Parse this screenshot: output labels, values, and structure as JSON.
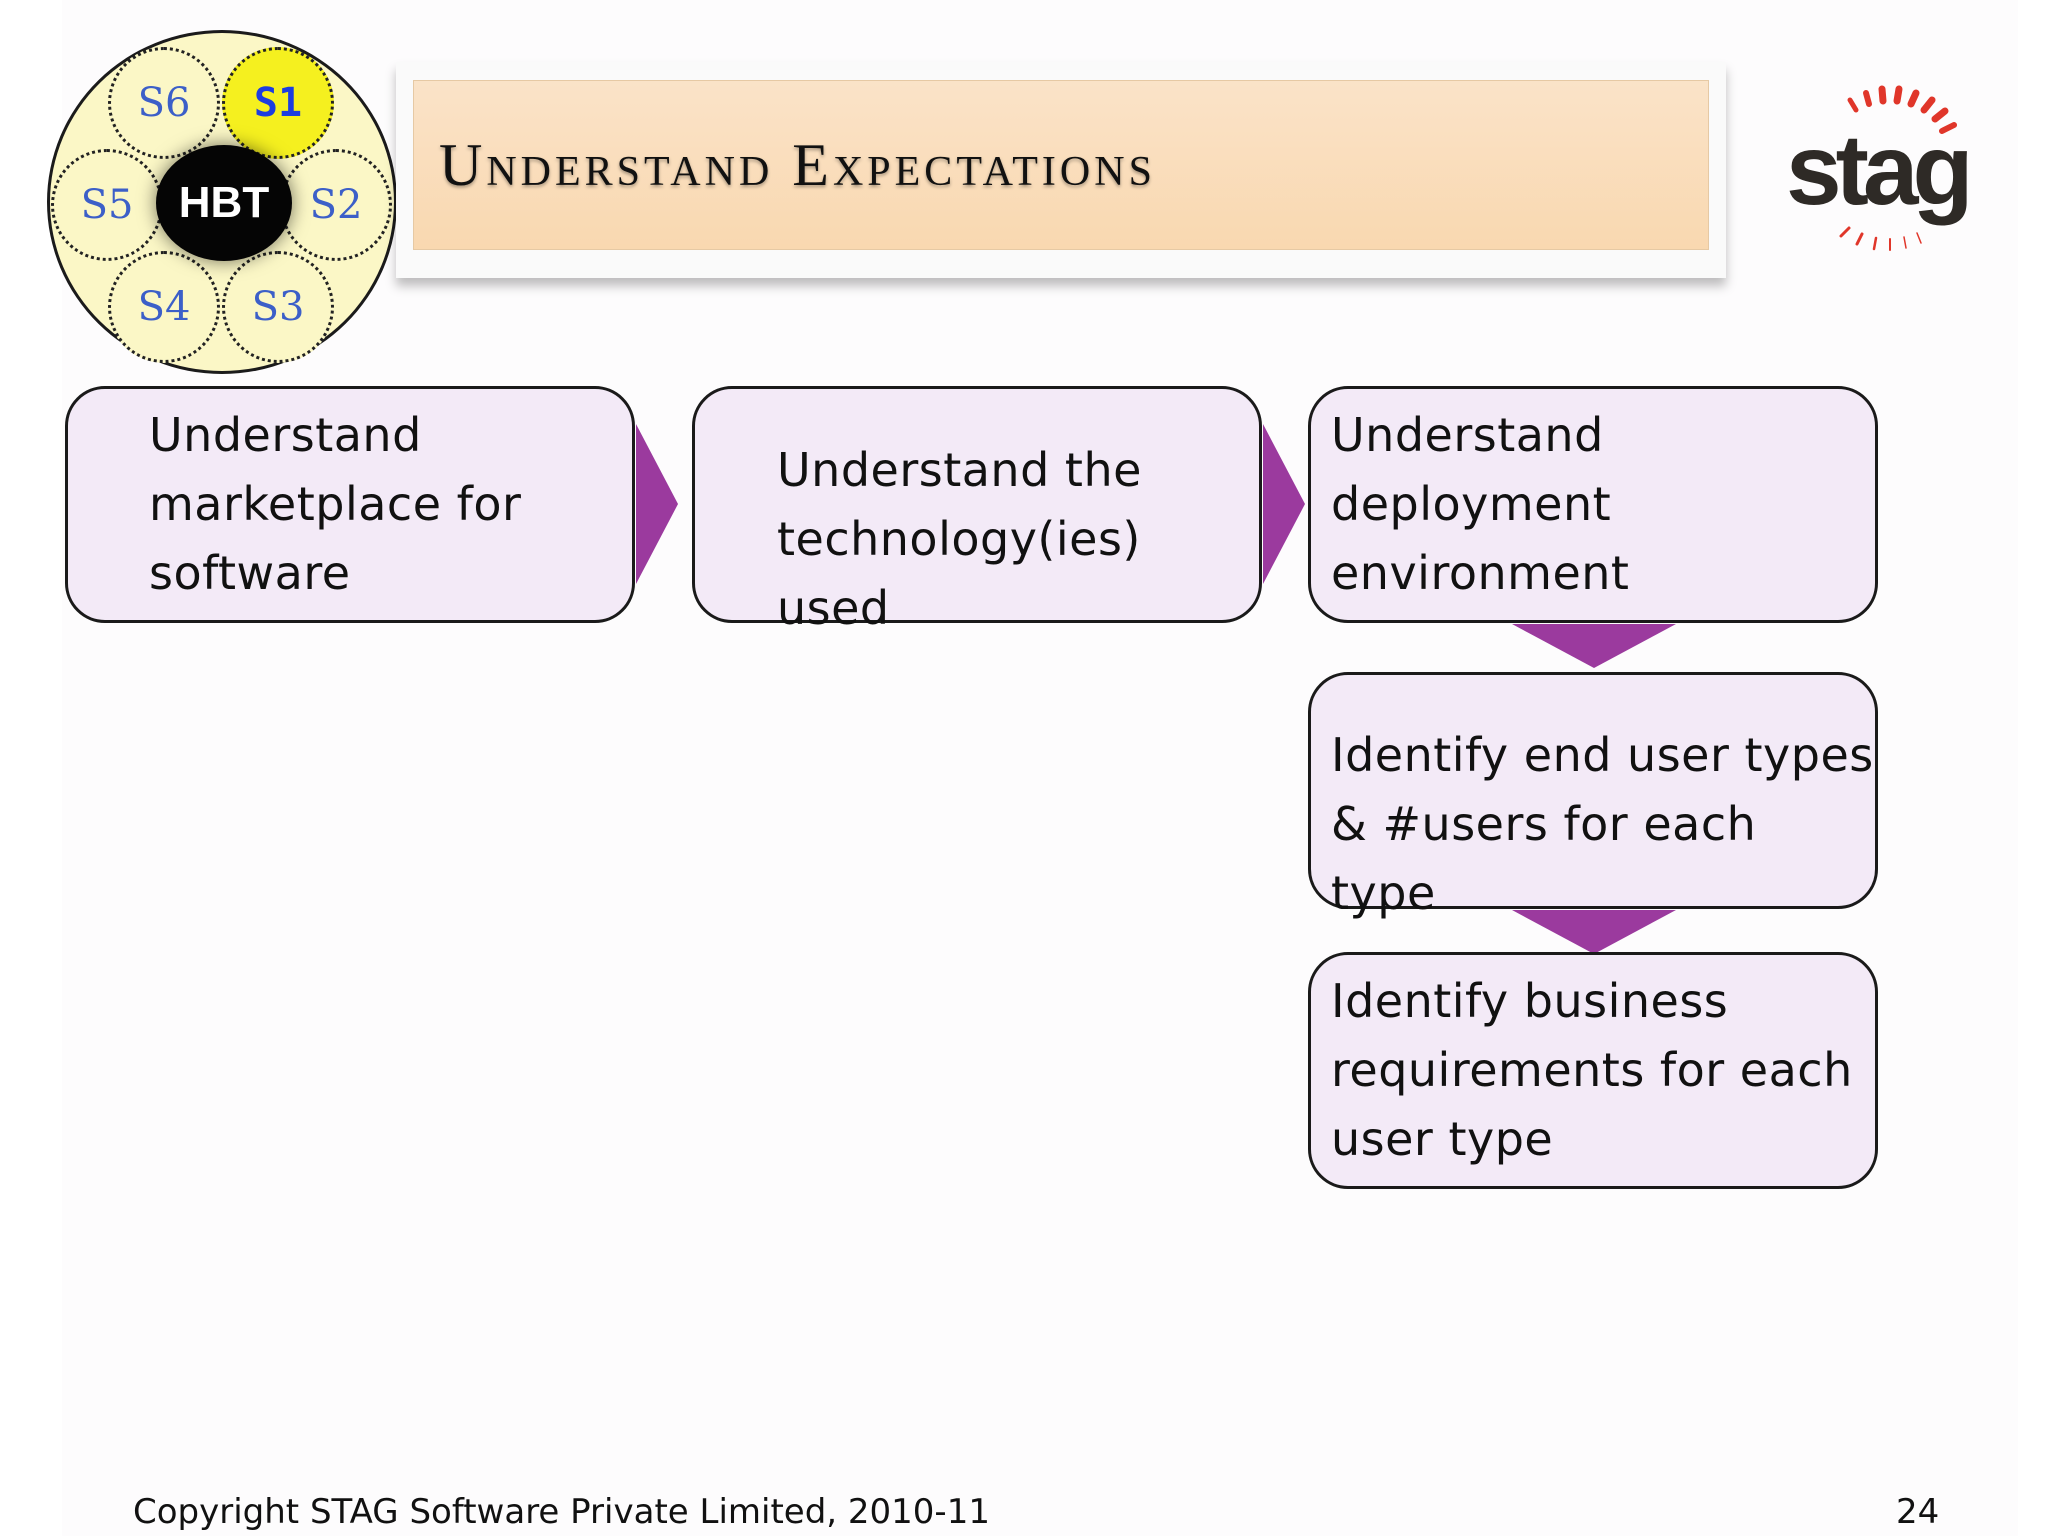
{
  "wheel": {
    "center": "HBT",
    "segments": [
      "S1",
      "S2",
      "S3",
      "S4",
      "S5",
      "S6"
    ],
    "active_segment": "S1"
  },
  "title": "Understand Expectations",
  "logo": {
    "text": "stag"
  },
  "flow": {
    "box1": "Understand\nmarketplace for\nsoftware",
    "box2": "Understand the\ntechnology(ies) used",
    "box3": "Understand\ndeployment\nenvironment",
    "box4": "Identify end user types\n& #users for each type",
    "box5": "Identify business\nrequirements for each\nuser type"
  },
  "colors": {
    "arrow": "#9b3a9e",
    "box_fill": "#f3eaf7",
    "banner": "#f9d8b0",
    "wheel_fill": "#fbf7c6",
    "wheel_active": "#f5f01f"
  },
  "footer": {
    "copyright": "Copyright STAG Software Private Limited, 2010-11",
    "page": "24"
  }
}
